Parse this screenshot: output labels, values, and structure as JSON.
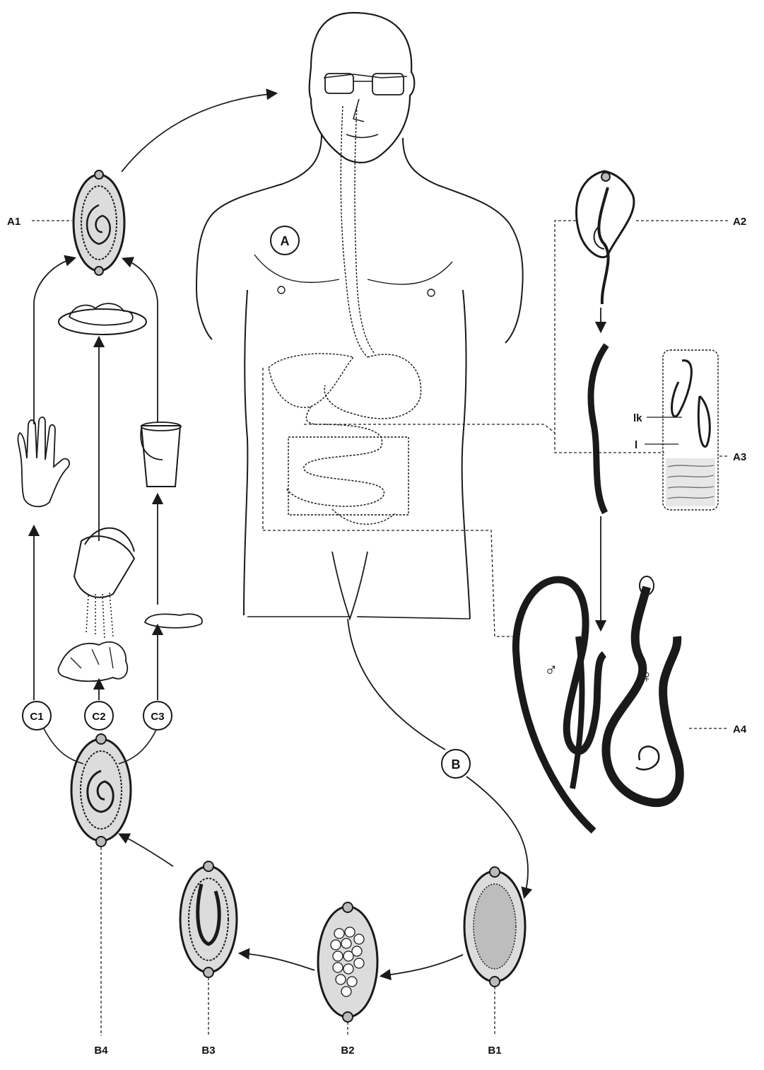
{
  "labels": {
    "A": "A",
    "B": "B",
    "A1": "A1",
    "A2": "A2",
    "A3": "A3",
    "A4": "A4",
    "B1": "B1",
    "B2": "B2",
    "B3": "B3",
    "B4": "B4",
    "C1": "C1",
    "C2": "C2",
    "C3": "C3",
    "lk": "lk",
    "l": "l",
    "male": "♂",
    "female": "♀"
  }
}
